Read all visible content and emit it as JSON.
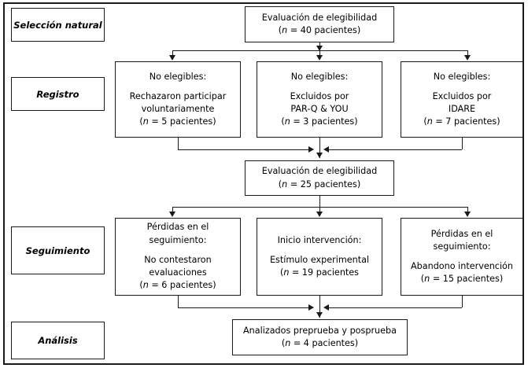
{
  "figure": {
    "type": "flowchart",
    "language": "es",
    "stage_labels": [
      {
        "id": "seleccion-natural",
        "label": "Selección  natural"
      },
      {
        "id": "registro",
        "label": "Registro"
      },
      {
        "id": "seguimiento",
        "label": "Seguimiento"
      },
      {
        "id": "analisis",
        "label": "Análisis"
      }
    ],
    "nodes": {
      "eligibility_top": {
        "line1": "Evaluación de elegibilidad",
        "n_prefix": "(",
        "n_symbol": "n",
        "n_value": " = 40 pacientes)"
      },
      "excluded_left": {
        "line1": "No elegibles:",
        "line2": "Rechazaron participar",
        "line3": "voluntariamente",
        "n_prefix": "(",
        "n_symbol": "n",
        "n_value": " = 5 pacientes)"
      },
      "excluded_middle": {
        "line1": "No elegibles:",
        "line2": "Excluidos por",
        "line3": "PAR-Q & YOU",
        "n_prefix": "(",
        "n_symbol": "n",
        "n_value": " = 3 pacientes)"
      },
      "excluded_right": {
        "line1": "No elegibles:",
        "line2": "Excluidos por",
        "line3": "IDARE",
        "n_prefix": "(",
        "n_symbol": "n",
        "n_value": " = 7 pacientes)"
      },
      "eligibility_second": {
        "line1": "Evaluación de elegibilidad",
        "n_prefix": "(",
        "n_symbol": "n",
        "n_value": " = 25 pacientes)"
      },
      "lost_left": {
        "line1": "Pérdidas en el",
        "line2": "seguimiento:",
        "line3": "No contestaron",
        "line4": "evaluaciones",
        "n_prefix": "(",
        "n_symbol": "n",
        "n_value": " = 6 pacientes)"
      },
      "intervention_middle": {
        "line1": "Inicio intervención:",
        "line2": "Estímulo experimental",
        "n_prefix": "(",
        "n_symbol": "n",
        "n_value": " =  19 pacientes"
      },
      "lost_right": {
        "line1": "Pérdidas en el",
        "line2": "seguimiento:",
        "line3": "Abandono intervención",
        "n_prefix": "(",
        "n_symbol": "n",
        "n_value": " = 15 pacientes)"
      },
      "analyzed_bottom": {
        "line1": "Analizados preprueba y posprueba",
        "n_prefix": "(",
        "n_symbol": "n",
        "n_value": " = 4 pacientes)"
      }
    },
    "colors": {
      "line": "#1a1a1a",
      "background": "#ffffff",
      "text": "#000000"
    }
  }
}
